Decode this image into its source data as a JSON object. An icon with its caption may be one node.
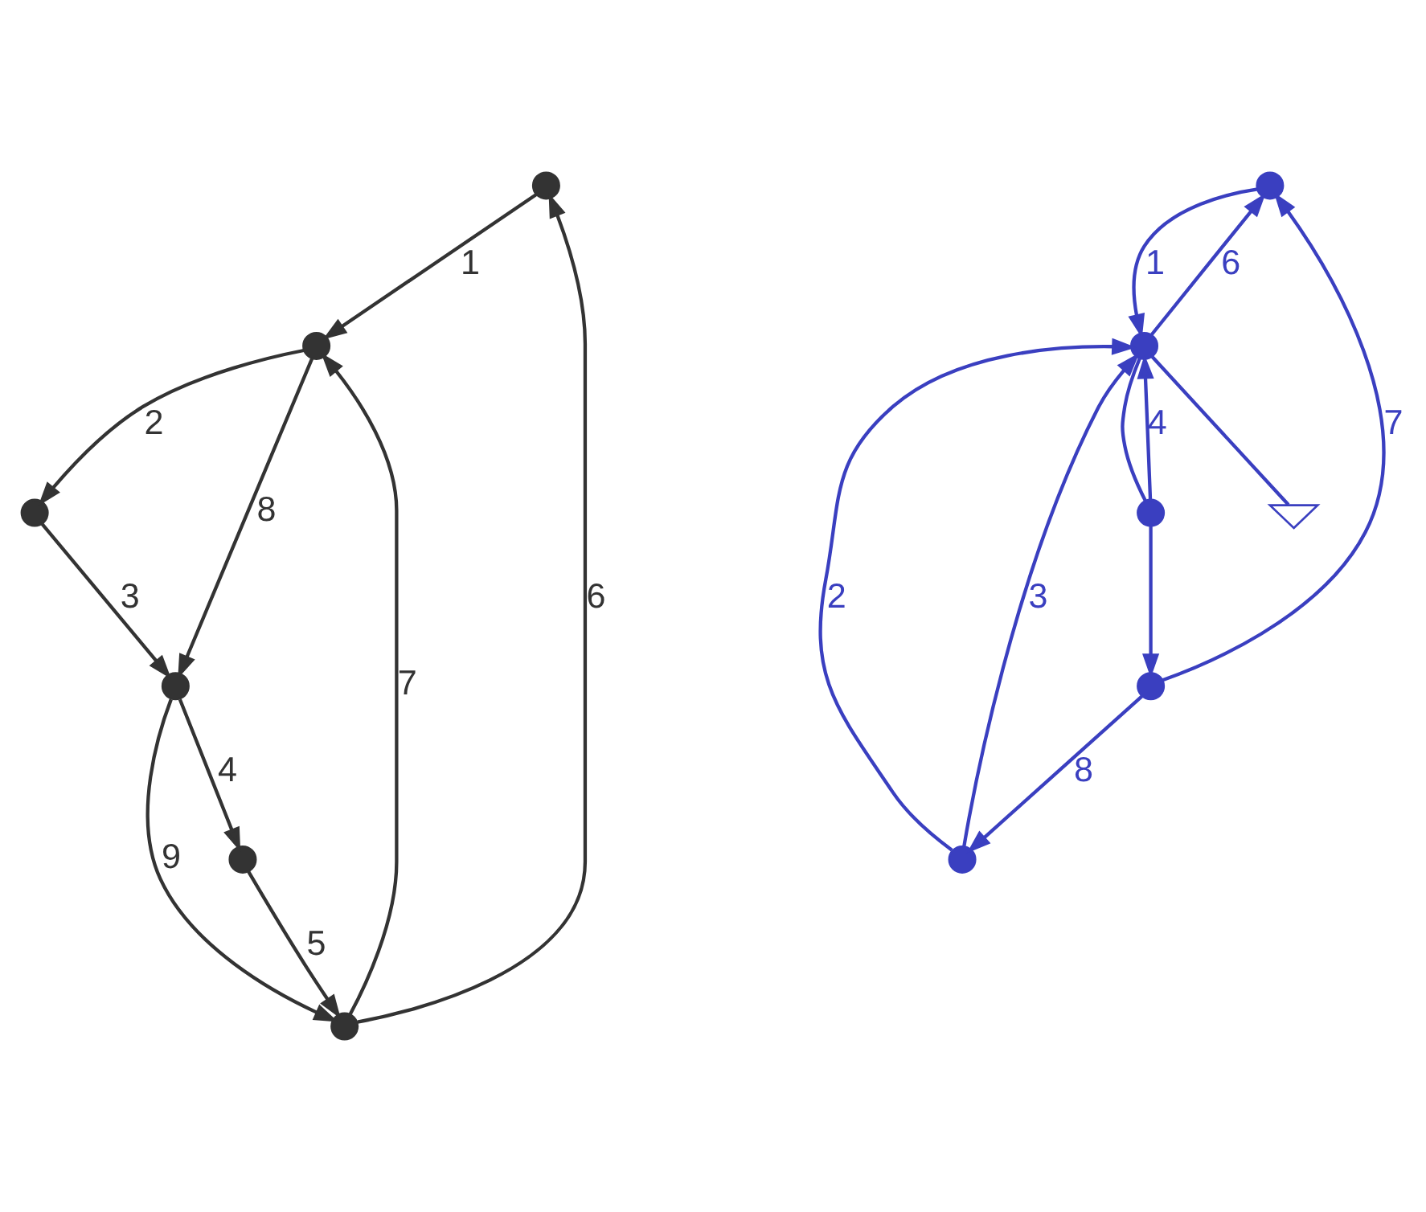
{
  "diagram": {
    "nodes": [
      {
        "text": [],
        "shape": "circle"
      },
      {
        "text": [],
        "shape": "circle"
      },
      {
        "text": [],
        "shape": "circle"
      },
      {
        "text": [],
        "shape": "circle"
      },
      {
        "text": [],
        "shape": "circle"
      },
      {
        "text": [],
        "shape": "circle"
      },
      {
        "text": [],
        "shape": "circle"
      },
      {
        "text": [],
        "shape": "circle"
      },
      {
        "text": [],
        "shape": "circle"
      },
      {
        "text": [],
        "shape": "circle"
      },
      {
        "text": [],
        "shape": "circle"
      },
      {
        "text": [],
        "shape": "ground"
      }
    ],
    "edges": [
      {
        "from": 0,
        "to": 1,
        "arrow": "to",
        "label": "1",
        "color": "#333333"
      },
      {
        "from": 1,
        "to": 2,
        "arrow": "to",
        "label": "2",
        "color": "#333333"
      },
      {
        "from": 2,
        "to": 4,
        "arrow": "to",
        "label": "3",
        "color": "#333333"
      },
      {
        "from": 4,
        "to": 5,
        "arrow": "to",
        "label": "4",
        "color": "#333333"
      },
      {
        "from": 5,
        "to": 3,
        "arrow": "to",
        "label": "5",
        "color": "#333333"
      },
      {
        "from": 3,
        "to": 0,
        "arrow": "to",
        "label": "6",
        "color": "#333333"
      },
      {
        "from": 3,
        "to": 1,
        "arrow": "to",
        "label": "7",
        "color": "#333333"
      },
      {
        "from": 1,
        "to": 4,
        "arrow": "to",
        "label": "8",
        "color": "#333333"
      },
      {
        "from": 4,
        "to": 3,
        "arrow": "to",
        "label": "9",
        "color": "#333333"
      },
      {
        "from": 6,
        "to": 10,
        "arrow": "to",
        "label": "1"
      },
      {
        "from": 7,
        "to": 10,
        "arrow": "to",
        "label": "2"
      },
      {
        "from": 7,
        "to": 10,
        "arrow": "to",
        "label": "3"
      },
      {
        "from": 9,
        "to": 10,
        "arrow": "to",
        "label": "4"
      },
      {
        "from": 10,
        "to": 9,
        "arrow": "none"
      },
      {
        "from": 10,
        "to": 6,
        "arrow": "to",
        "label": "6"
      },
      {
        "from": 8,
        "to": 6,
        "arrow": "to",
        "label": "7"
      },
      {
        "from": 8,
        "to": 7,
        "arrow": "to",
        "label": "8"
      },
      {
        "from": 9,
        "to": 8,
        "arrow": "to"
      },
      {
        "from": 10,
        "to": 11,
        "arrow": "none"
      }
    ]
  }
}
